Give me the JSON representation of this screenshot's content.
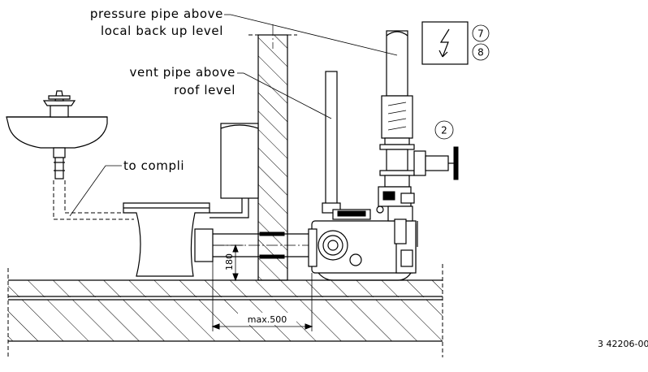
{
  "labels": {
    "pressure_pipe_line1": "pressure pipe above",
    "pressure_pipe_line2": "local back up level",
    "vent_pipe_line1": "vent pipe above",
    "vent_pipe_line2": "roof level",
    "to_compli": "to compli",
    "dim_height": "180",
    "dim_width": "max.500",
    "drawing_code": "3 42206-00"
  },
  "callouts": {
    "electrical_top": "7",
    "electrical_bottom": "8",
    "valve": "2"
  },
  "icons": {
    "electrical_box": "lightning-bolt-icon"
  }
}
